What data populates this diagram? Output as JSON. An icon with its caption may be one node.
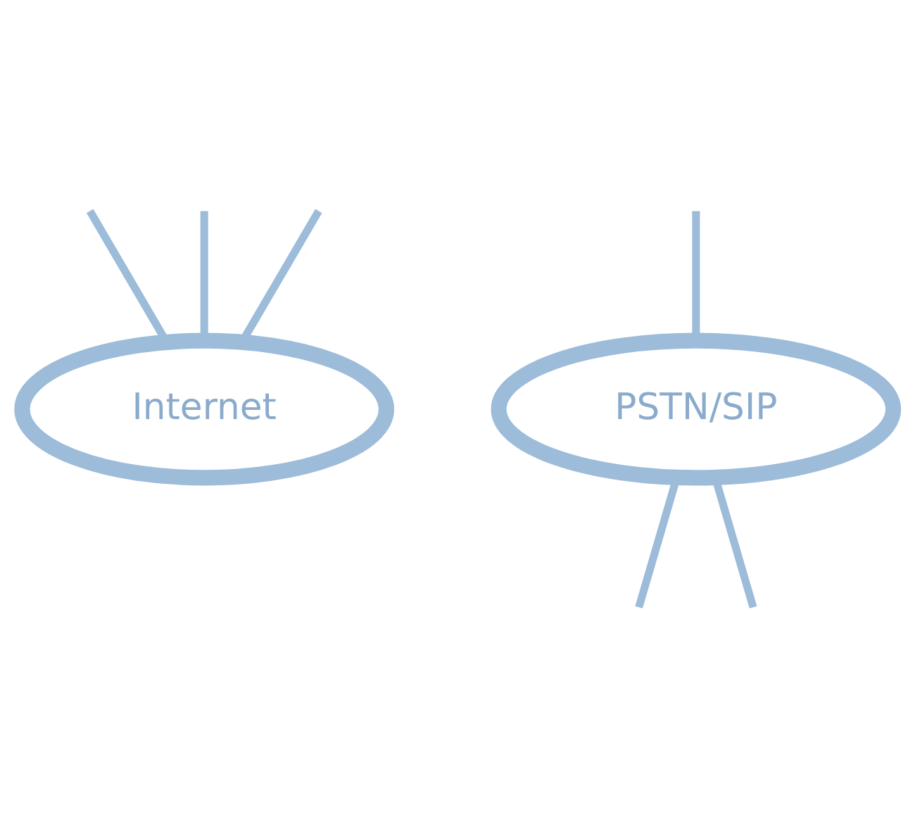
{
  "diagram": {
    "nodes": [
      {
        "text": [
          "Internet"
        ]
      },
      {
        "text": [
          "PSTN/SIP"
        ]
      }
    ],
    "edges": [
      {
        "from": null,
        "to": 0,
        "arrow": "none"
      },
      {
        "from": null,
        "to": 1,
        "arrow": "none"
      },
      {
        "from": 1,
        "to": null,
        "arrow": "none"
      },
      {
        "from": 1,
        "to": null,
        "arrow": "none"
      },
      {
        "from": null,
        "to": 0,
        "arrow": "none"
      },
      {
        "from": null,
        "to": 0,
        "arrow": "none"
      }
    ]
  }
}
